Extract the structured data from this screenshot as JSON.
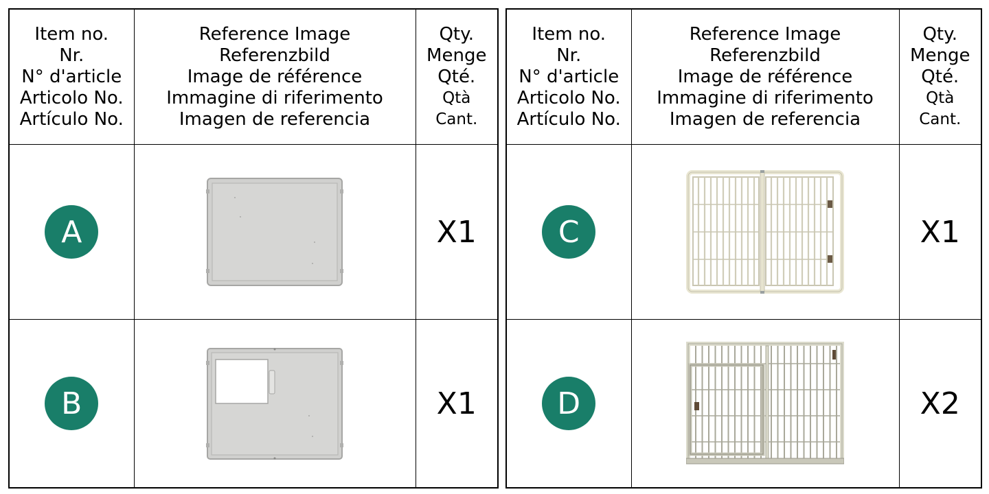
{
  "header": {
    "item_no": [
      "Item no.",
      "Nr.",
      "N° d'article",
      "Articolo No.",
      "Artículo No."
    ],
    "reference_image": [
      "Reference Image",
      "Referenzbild",
      "Image de référence",
      "Immagine di riferimento",
      "Imagen de referencia"
    ],
    "qty": [
      "Qty.",
      "Menge",
      "Qté.",
      "Qtà",
      "Cant."
    ]
  },
  "items": [
    {
      "letter": "A",
      "qty": "X1",
      "image": "solid-panel-icon"
    },
    {
      "letter": "B",
      "qty": "X1",
      "image": "panel-with-window-icon"
    },
    {
      "letter": "C",
      "qty": "X1",
      "image": "grid-gate-panel-icon"
    },
    {
      "letter": "D",
      "qty": "X2",
      "image": "grid-door-panel-icon"
    }
  ],
  "colors": {
    "badge": "#197e69",
    "panel_grey": "#d4d4d2",
    "grid_cream": "#f1efe0",
    "grid_taupe": "#dcdbcc"
  }
}
